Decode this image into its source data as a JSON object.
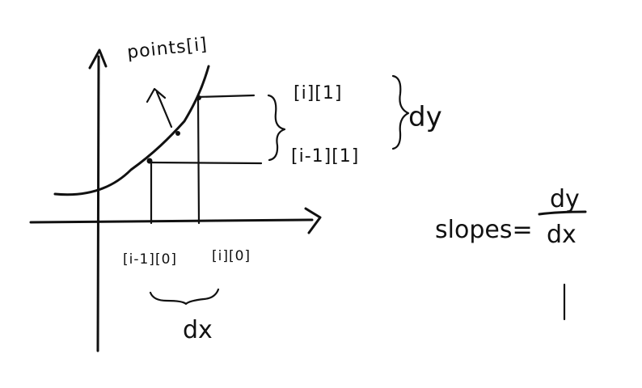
{
  "diagram": {
    "curve_label": "points[i]",
    "upper_y_label": "[i][1]",
    "lower_y_label": "[i-1][1]",
    "dy_label": "dy",
    "left_x_label": "[i-1][0]",
    "right_x_label": "[i][0]",
    "dx_label": "dx",
    "formula_left": "slopes=",
    "formula_numerator": "dy",
    "formula_denominator": "dx"
  }
}
